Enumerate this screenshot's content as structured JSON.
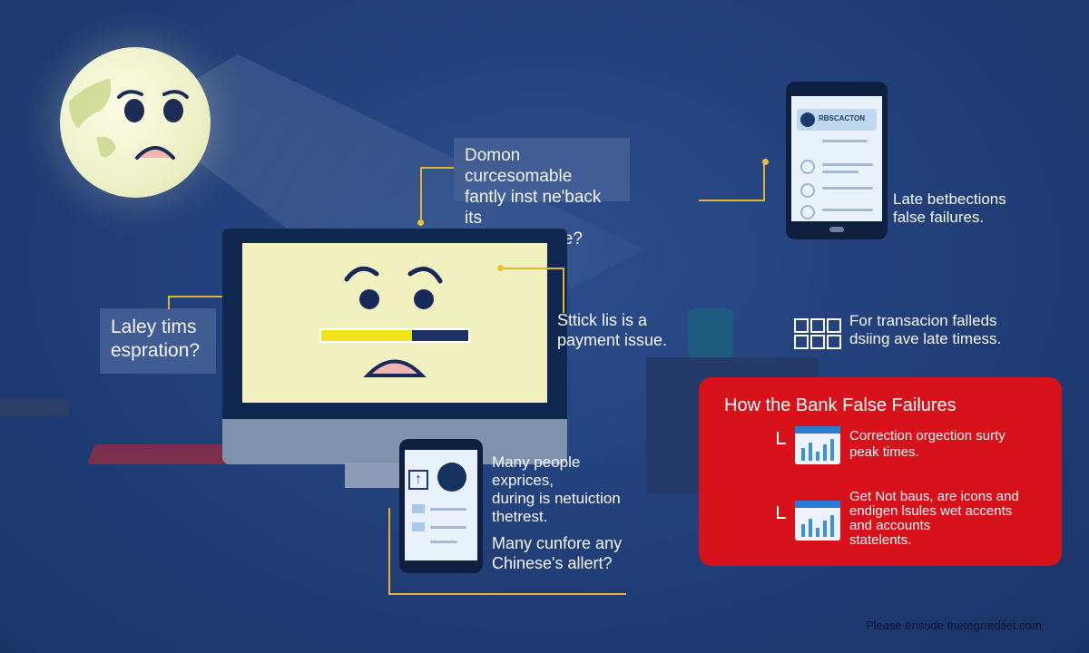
{
  "bubbles": {
    "top": "Domon curcesomable\nfantly inst ne'back its\npayment falue?",
    "left": "Laley tims\nespration?"
  },
  "labels": {
    "monitor_right": "Sttick lis is a\npayment issue.",
    "phone_top_right": "Late betbections\nfalse failures.",
    "icons_right": "For transacion falleds\ndsiing ave late timess.",
    "phone_bottom_1": "Many people exprices,\nduring is netuiction\nthetrest.",
    "phone_bottom_2": "Many cunfore any\nChinese's allert?",
    "footer": "Please ensude thetegrrediiet.com"
  },
  "progress": {
    "fraction": 0.62
  },
  "phone_top": {
    "header": "RBSCACTON"
  },
  "panel": {
    "title": "How the Bank False Failures",
    "items": [
      {
        "text": "Correction orgection surty\npeak times."
      },
      {
        "text": "Get Not baus, are icons and\nendigen lsules wet accents\nand accounts\nstatelents."
      }
    ]
  },
  "colors": {
    "accent_red": "#d8121a",
    "progress_yellow": "#f2e318",
    "leader": "#e1b430",
    "background": "#213e78"
  }
}
